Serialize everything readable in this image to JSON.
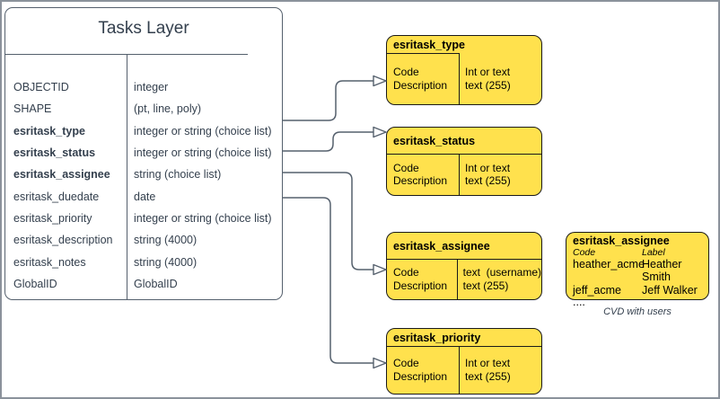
{
  "colors": {
    "diagram_stroke": "#55606d",
    "diagram_text": "#333f4d",
    "cvd_fill": "#ffe14d",
    "cvd_stroke": "#1a1a1a",
    "frame": "#8b929b",
    "background": "#ffffff"
  },
  "tasks_layer": {
    "title": "Tasks Layer",
    "fields": [
      {
        "name": "OBJECTID",
        "type": "integer",
        "bold": false
      },
      {
        "name": "SHAPE",
        "type": "(pt, line, poly)",
        "bold": false
      },
      {
        "name": "esritask_type",
        "type": "integer or string (choice list)",
        "bold": true
      },
      {
        "name": "esritask_status",
        "type": "integer or string (choice list)",
        "bold": true
      },
      {
        "name": "esritask_assignee",
        "type": "string (choice list)",
        "bold": true
      },
      {
        "name": "esritask_duedate",
        "type": "date",
        "bold": false
      },
      {
        "name": "esritask_priority",
        "type": "integer or string (choice list)",
        "bold": false
      },
      {
        "name": "esritask_description",
        "type": "string (4000)",
        "bold": false
      },
      {
        "name": "esritask_notes",
        "type": "string (4000)",
        "bold": false
      },
      {
        "name": "GlobalID",
        "type": "GlobalID",
        "bold": false
      }
    ]
  },
  "cvd_boxes": [
    {
      "title": "esritask_type",
      "left_col": [
        "Code",
        "Description"
      ],
      "right_col": [
        "Int or text",
        "text (255)"
      ]
    },
    {
      "title": "esritask_status",
      "left_col": [
        "Code",
        "Description"
      ],
      "right_col": [
        "Int or text",
        "text (255)"
      ]
    },
    {
      "title": "esritask_assignee",
      "left_col": [
        "Code",
        "Description"
      ],
      "right_col": [
        "text  (username)",
        "text (255)"
      ]
    },
    {
      "title": "esritask_priority",
      "left_col": [
        "Code",
        "Description"
      ],
      "right_col": [
        "Int or text",
        "text (255)"
      ]
    }
  ],
  "assignee_domain": {
    "title": "esritask_assignee",
    "col_headers": [
      "Code",
      "Label"
    ],
    "rows": [
      {
        "code": "heather_acme",
        "label": "Heather Smith"
      },
      {
        "code": "jeff_acme",
        "label": "Jeff Walker"
      }
    ],
    "more": "....",
    "caption": "CVD with users"
  },
  "connections": [
    {
      "from": "tasks_layer.esritask_type",
      "to": "esritask_type"
    },
    {
      "from": "tasks_layer.esritask_status",
      "to": "esritask_status"
    },
    {
      "from": "tasks_layer.esritask_assignee",
      "to": "esritask_assignee"
    },
    {
      "from": "tasks_layer.esritask_priority",
      "to": "esritask_priority"
    }
  ]
}
